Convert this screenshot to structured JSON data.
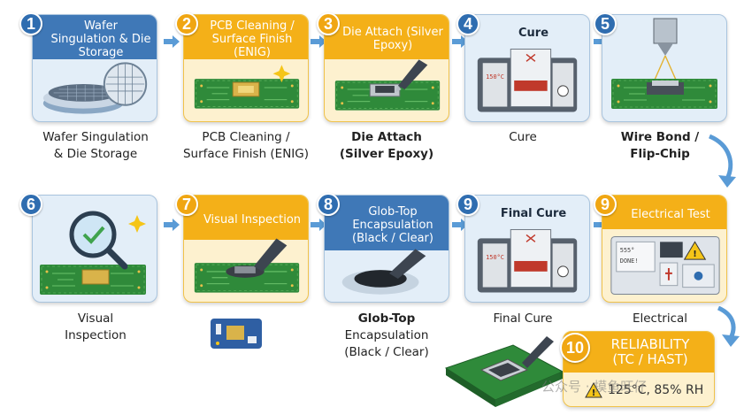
{
  "steps": [
    {
      "num": "1",
      "title": "Wafer Singulation & Die Storage",
      "caption_1": "Wafer Singulation",
      "caption_2": "& Die Storage"
    },
    {
      "num": "2",
      "title": "PCB Cleaning / Surface Finish (ENIG)",
      "caption_1": "PCB Cleaning /",
      "caption_2": "Surface Finish (ENIG)"
    },
    {
      "num": "3",
      "title": "Die Attach (Silver Epoxy)",
      "caption_1": "Die Attach",
      "caption_2": "(Silver Epoxy)"
    },
    {
      "num": "4",
      "title": "Cure",
      "caption_1": "Cure",
      "caption_2": ""
    },
    {
      "num": "5",
      "title": "",
      "caption_1": "Wire Bond /",
      "caption_2": "Flip-Chip"
    },
    {
      "num": "6",
      "title": "",
      "caption_1": "Visual",
      "caption_2": "Inspection"
    },
    {
      "num": "7",
      "title": "Visual Inspection",
      "caption_1": "",
      "caption_2": ""
    },
    {
      "num": "8",
      "title": "Glob-Top Encapsulation (Black / Clear)",
      "caption_1": "Glob-Top",
      "caption_2": "Encapsulation",
      "caption_3": "(Black / Clear)"
    },
    {
      "num": "9",
      "title": "Final Cure",
      "caption_1": "Final Cure",
      "caption_2": ""
    },
    {
      "num": "9",
      "title": "Electrical Test",
      "caption_1": "Electrical",
      "caption_2": ""
    }
  ],
  "final_step": {
    "num": "10",
    "title_1": "RELIABILITY",
    "title_2": "(TC / HAST)",
    "detail": "125°C, 85% RH"
  },
  "oven_display": "150°C",
  "tester_display_1": "555°",
  "tester_display_2": "DONE!",
  "watermark": "公众号 · 摸鱼旺仔",
  "colors": {
    "blue": "#3f78b7",
    "gold": "#f4b018",
    "pcb": "#2f8a3a",
    "arrow": "#4a8fcf"
  }
}
